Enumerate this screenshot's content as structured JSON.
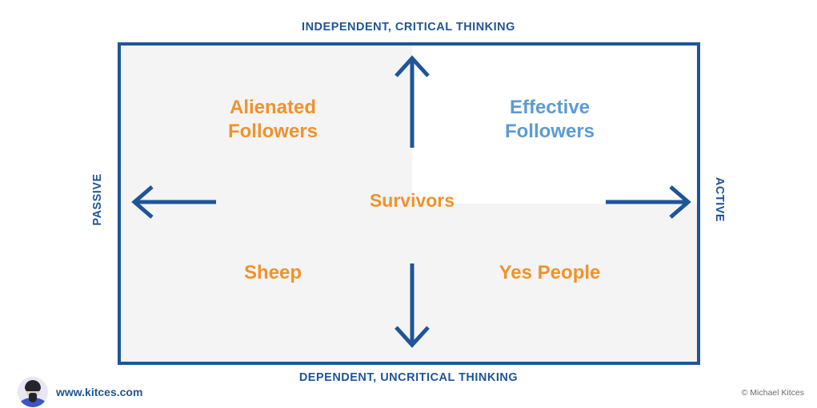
{
  "diagram": {
    "type": "2x2-matrix",
    "title_axes": {
      "top": "INDEPENDENT, CRITICAL THINKING",
      "bottom": "DEPENDENT, UNCRITICAL THINKING",
      "left": "PASSIVE",
      "right": "ACTIVE"
    },
    "quadrants": [
      {
        "id": "alienated-followers",
        "label": "Alienated\nFollowers",
        "color": "#f0922b",
        "position": "top-left",
        "background": "#f4f4f4"
      },
      {
        "id": "effective-followers",
        "label": "Effective\nFollowers",
        "color": "#5b9bd5",
        "position": "top-right",
        "background": "#ffffff"
      },
      {
        "id": "sheep",
        "label": "Sheep",
        "color": "#f0922b",
        "position": "bottom-left",
        "background": "#f4f4f4"
      },
      {
        "id": "yes-people",
        "label": "Yes People",
        "color": "#f0922b",
        "position": "bottom-right",
        "background": "#f4f4f4"
      }
    ],
    "center": {
      "id": "survivors",
      "label": "Survivors",
      "color": "#f0922b"
    },
    "arrows": [
      {
        "id": "arrow-up",
        "direction": "up",
        "meaning": "independent critical thinking"
      },
      {
        "id": "arrow-down",
        "direction": "down",
        "meaning": "dependent uncritical thinking"
      },
      {
        "id": "arrow-left",
        "direction": "left",
        "meaning": "passive"
      },
      {
        "id": "arrow-right",
        "direction": "right",
        "meaning": "active"
      }
    ],
    "colors": {
      "accent_blue": "#1f5597",
      "light_blue": "#5b9bd5",
      "orange": "#f0922b",
      "panel_gray": "#f4f4f4",
      "panel_white": "#ffffff"
    }
  },
  "footer": {
    "url": "www.kitces.com",
    "copyright": "© Michael Kitces",
    "avatar_alt": "kitces-avatar"
  }
}
